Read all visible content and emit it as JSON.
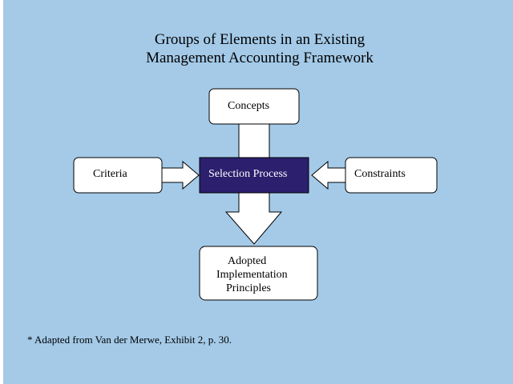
{
  "title": {
    "line1": "Groups of Elements in an Existing",
    "line2": "Management Accounting Framework"
  },
  "nodes": {
    "concepts": "Concepts",
    "criteria": "Criteria",
    "selection_process": "Selection Process",
    "constraints": "Constraints",
    "adopted": {
      "line1": "Adopted",
      "line2": "Implementation",
      "line3": "Principles"
    }
  },
  "footnote": "* Adapted from Van der Merwe, Exhibit 2, p. 30.",
  "colors": {
    "background": "#a4cae8",
    "box_fill": "#ffffff",
    "selection_fill": "#2b1f6e",
    "stroke": "#000000"
  }
}
